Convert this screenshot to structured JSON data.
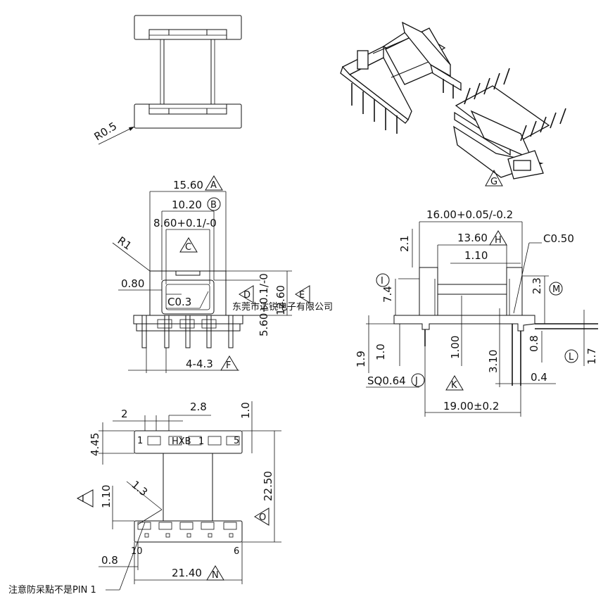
{
  "page": {
    "watermark": "东莞市达锐电子有限公司"
  },
  "top_view": {
    "radius": "R0.5"
  },
  "front_view": {
    "dim_width": "15.60",
    "dim_inner": "10.20",
    "dim_slot": "8.60+0.1/-0",
    "radius": "R1",
    "dim_wall": "0.80",
    "chamfer": "C0.3",
    "dim_core_height": "5.60+0.1/-0",
    "dim_height": "12.60",
    "dim_pitch": "4-4.3",
    "tags": {
      "a": "A",
      "b": "B",
      "c": "C",
      "d": "D",
      "e": "E",
      "f": "F"
    }
  },
  "side_view": {
    "dim_overall": "16.00+0.05/-0.2",
    "dim_inner": "13.60",
    "chamfer": "C0.50",
    "dim_flange_top": "2.1",
    "dim_step": "1.10",
    "dim_flange_height": "7.4",
    "dim_pin_gap": "2.3",
    "dim_base_1": "1.9",
    "dim_base_2": "1.0",
    "dim_base_3": "1.00",
    "dim_pin_offset": "3.10",
    "dim_pin_bend": "0.8",
    "dim_pin_height": "1.7",
    "dim_pin_thick": "0.4",
    "pin_square": "SQ0.64",
    "dim_span": "19.00±0.2",
    "tags": {
      "g": "G",
      "h": "H",
      "i": "I",
      "j": "J",
      "k": "K",
      "l": "L",
      "m": "M"
    }
  },
  "bottom_view": {
    "dim_2": "2",
    "dim_28": "2.8",
    "dim_10": "1.0",
    "dim_445": "4.45",
    "marking": "HXB",
    "marking_num": "1",
    "pin_first": "1",
    "pin_fifth": "5",
    "dim_1_3": "1.3",
    "dim_110": "1.10",
    "dim_2250": "22.50",
    "pin_tenth": "10",
    "pin_sixth": "6",
    "dim_08": "0.8",
    "dim_2140": "21.40",
    "note": "注意防呆點不是PIN 1",
    "tags": {
      "i": "I",
      "o": "O",
      "n": "N"
    }
  }
}
